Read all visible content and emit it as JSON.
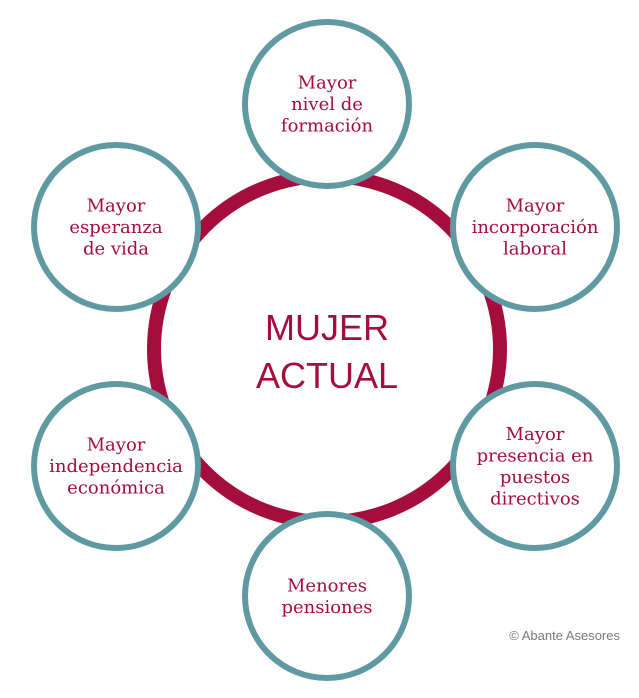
{
  "center": {
    "lines": [
      "MUJER",
      "ACTUAL"
    ]
  },
  "nodes": [
    {
      "id": "formacion",
      "lines": [
        "Mayor",
        "nivel de",
        "formación"
      ]
    },
    {
      "id": "incorporacion",
      "lines": [
        "Mayor",
        "incorporación",
        "laboral"
      ]
    },
    {
      "id": "directivos",
      "lines": [
        "Mayor",
        "presencia en",
        "puestos",
        "directivos"
      ]
    },
    {
      "id": "pensiones",
      "lines": [
        "Menores",
        "pensiones"
      ]
    },
    {
      "id": "independencia",
      "lines": [
        "Mayor",
        "independencia",
        "económica"
      ]
    },
    {
      "id": "esperanza",
      "lines": [
        "Mayor",
        "esperanza",
        "de vida"
      ]
    }
  ],
  "credit": "© Abante Asesores",
  "colors": {
    "ring": "#a50d3c",
    "node_border": "#5f9aa2",
    "text": "#a50d3c"
  }
}
